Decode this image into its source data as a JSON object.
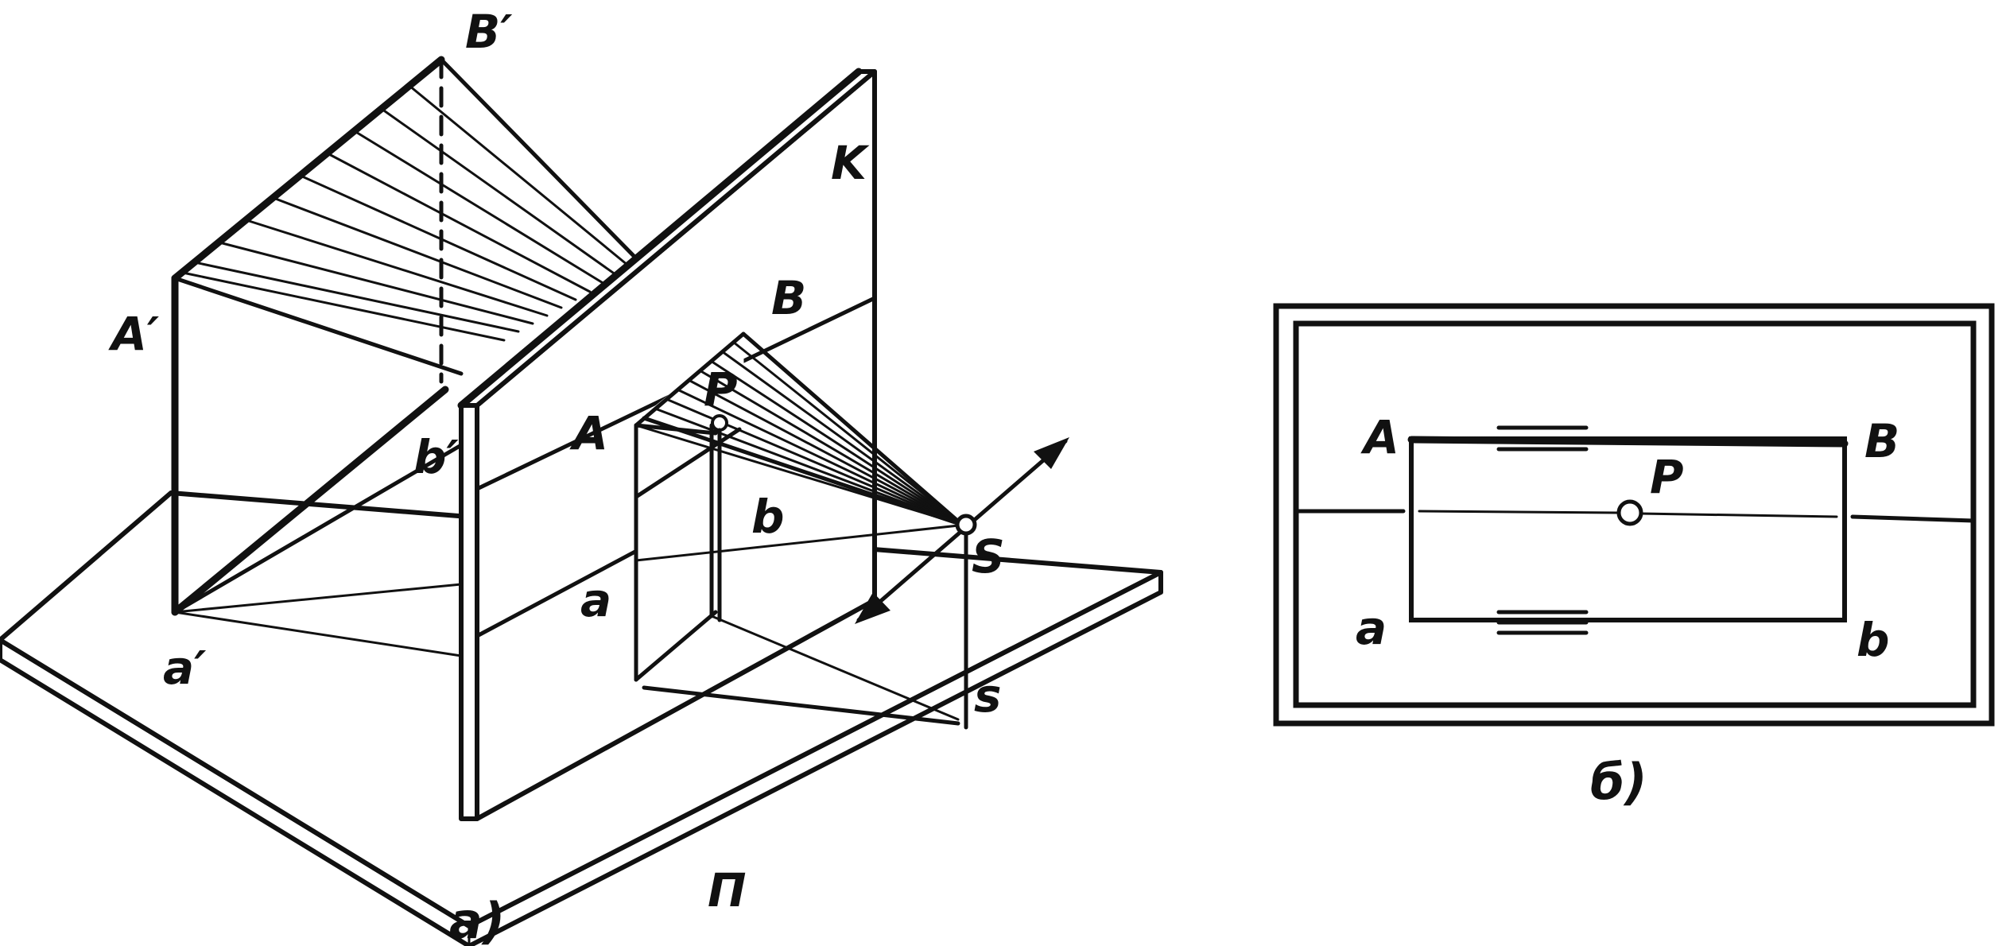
{
  "figure_a": {
    "caption": "a)",
    "labels": {
      "B_prime": "B′",
      "A_prime": "A′",
      "b_prime": "b′",
      "a_prime": "a′",
      "K": "K",
      "B": "B",
      "A": "A",
      "P": "P",
      "b": "b",
      "a": "a",
      "S": "S",
      "s": "s",
      "Pi": "П"
    }
  },
  "figure_b": {
    "caption": "б)",
    "labels": {
      "A": "A",
      "B": "B",
      "P": "P",
      "a": "a",
      "b": "b"
    }
  }
}
